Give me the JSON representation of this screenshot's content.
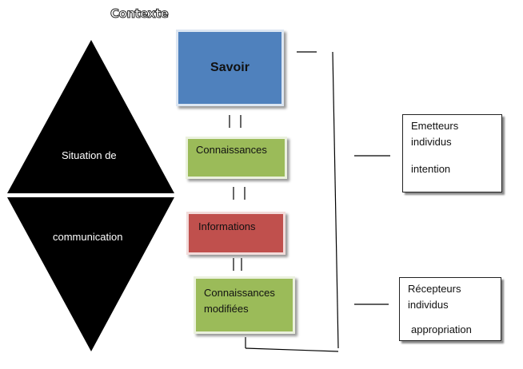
{
  "title": "Contexte",
  "diamond": {
    "top_label": "Situation de",
    "bottom_label": "communication"
  },
  "boxes": {
    "savoir": "Savoir",
    "connaissances": "Connaissances",
    "informations": "Informations",
    "connaissances_modifiees_line1": "Connaissances",
    "connaissances_modifiees_line2": "modifiées"
  },
  "emetteurs": {
    "line1": "Emetteurs",
    "line2": "individus",
    "line3": "intention"
  },
  "recepteurs": {
    "line1": "Récepteurs",
    "line2": "individus",
    "line3": "appropriation"
  },
  "colors": {
    "savoir": "#4f81bd",
    "connaissances": "#9bbb59",
    "informations": "#c0504d",
    "diamond": "#000000"
  }
}
